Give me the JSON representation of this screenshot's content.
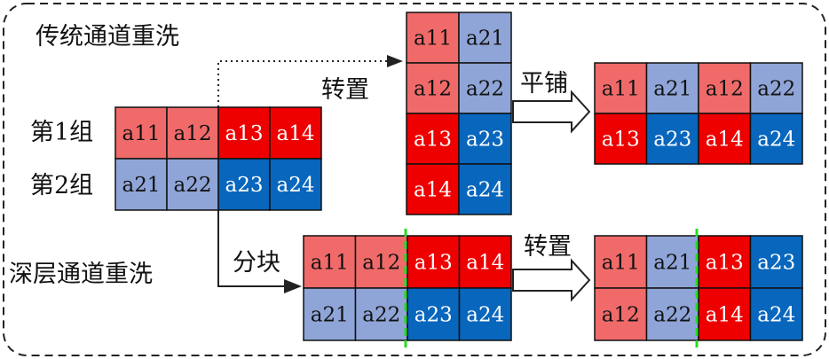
{
  "labels": {
    "channel_shuffle": "传统通道重洗",
    "deep_shuffle": "深层通道重洗",
    "group1": "第1组",
    "group2": "第2组",
    "transpose1": "转置",
    "tile": "平铺",
    "split": "分块",
    "transpose2": "转置"
  },
  "colors": {
    "light_red": "#f06a6a",
    "red": "#ee0000",
    "light_blue": "#8fa5d8",
    "blue": "#0866bd",
    "divider": "#22dd22"
  },
  "grids": {
    "source": {
      "rows": [
        [
          {
            "t": "a11",
            "c": "light_red"
          },
          {
            "t": "a12",
            "c": "light_red"
          },
          {
            "t": "a13",
            "c": "red"
          },
          {
            "t": "a14",
            "c": "red"
          }
        ],
        [
          {
            "t": "a21",
            "c": "light_blue"
          },
          {
            "t": "a22",
            "c": "light_blue"
          },
          {
            "t": "a23",
            "c": "blue"
          },
          {
            "t": "a24",
            "c": "blue"
          }
        ]
      ]
    },
    "transposed": {
      "rows": [
        [
          {
            "t": "a11",
            "c": "light_red"
          },
          {
            "t": "a21",
            "c": "light_blue"
          }
        ],
        [
          {
            "t": "a12",
            "c": "light_red"
          },
          {
            "t": "a22",
            "c": "light_blue"
          }
        ],
        [
          {
            "t": "a13",
            "c": "red"
          },
          {
            "t": "a23",
            "c": "blue"
          }
        ],
        [
          {
            "t": "a14",
            "c": "red"
          },
          {
            "t": "a24",
            "c": "blue"
          }
        ]
      ]
    },
    "tiled": {
      "rows": [
        [
          {
            "t": "a11",
            "c": "light_red"
          },
          {
            "t": "a21",
            "c": "light_blue"
          },
          {
            "t": "a12",
            "c": "light_red"
          },
          {
            "t": "a22",
            "c": "light_blue"
          }
        ],
        [
          {
            "t": "a13",
            "c": "red"
          },
          {
            "t": "a23",
            "c": "blue"
          },
          {
            "t": "a14",
            "c": "red"
          },
          {
            "t": "a24",
            "c": "blue"
          }
        ]
      ]
    },
    "blocked": {
      "rows": [
        [
          {
            "t": "a11",
            "c": "light_red"
          },
          {
            "t": "a12",
            "c": "light_red"
          },
          {
            "t": "a13",
            "c": "red"
          },
          {
            "t": "a14",
            "c": "red"
          }
        ],
        [
          {
            "t": "a21",
            "c": "light_blue"
          },
          {
            "t": "a22",
            "c": "light_blue"
          },
          {
            "t": "a23",
            "c": "blue"
          },
          {
            "t": "a24",
            "c": "blue"
          }
        ]
      ]
    },
    "result": {
      "rows": [
        [
          {
            "t": "a11",
            "c": "light_red"
          },
          {
            "t": "a21",
            "c": "light_blue"
          },
          {
            "t": "a13",
            "c": "red"
          },
          {
            "t": "a23",
            "c": "blue"
          }
        ],
        [
          {
            "t": "a12",
            "c": "light_red"
          },
          {
            "t": "a22",
            "c": "light_blue"
          },
          {
            "t": "a14",
            "c": "red"
          },
          {
            "t": "a24",
            "c": "blue"
          }
        ]
      ]
    }
  }
}
